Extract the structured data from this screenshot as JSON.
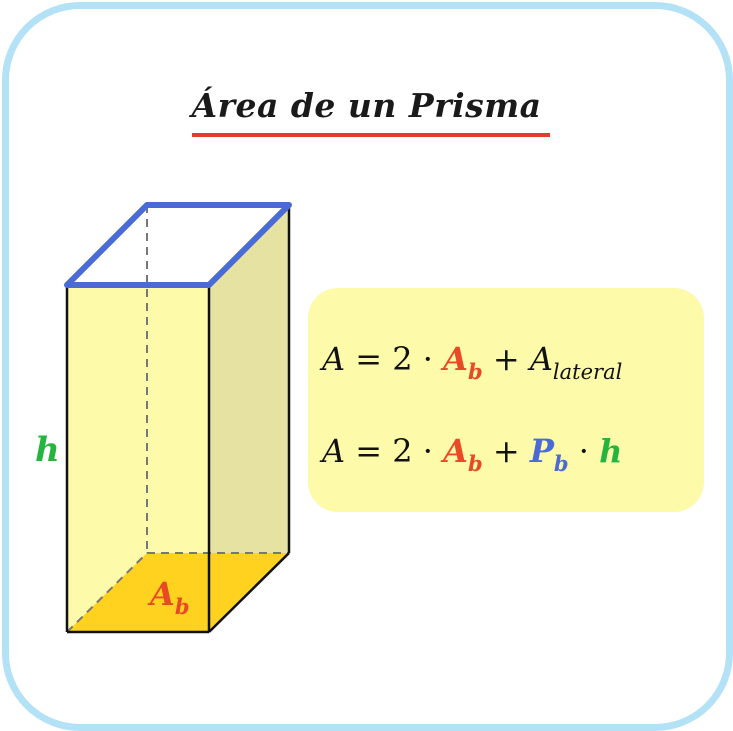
{
  "title": "Área de un Prisma",
  "colors": {
    "border": "#b3e1f6",
    "title_underline": "#e53b2a",
    "base_area": "#e84a26",
    "perimeter": "#4a6bd6",
    "height": "#25b53f",
    "formula_box": "#fdfaa9",
    "prism_face": "#fdfaa9",
    "prism_base": "#ffd21f"
  },
  "diagram": {
    "height_label": "h",
    "base_label_main": "A",
    "base_label_sub": "b"
  },
  "formula1": {
    "a": "A",
    "eq": " = 2 · ",
    "ab": "A",
    "ab_sub": "b",
    "plus": " + ",
    "al": "A",
    "al_sub": "lateral"
  },
  "formula2": {
    "a": "A",
    "eq": " = 2 · ",
    "ab": "A",
    "ab_sub": "b",
    "plus": " + ",
    "pb": "P",
    "pb_sub": "b",
    "dot": " · ",
    "h": "h"
  }
}
